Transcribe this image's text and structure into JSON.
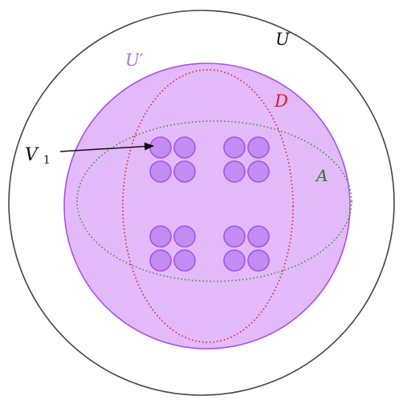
{
  "labels": {
    "outer_set": "U",
    "inner_set": "U′",
    "set_d": "D",
    "set_a": "A",
    "v_main": "V",
    "v_sub": "1"
  },
  "colors": {
    "outer_stroke": "#444444",
    "inner_fill": "#e2baf9",
    "inner_stroke": "#ad4fe8",
    "dot_fill": "#c28cf3",
    "dot_stroke": "#a455e8",
    "label_u": "#111111",
    "label_u_prime": "#b06ee9",
    "label_d": "#e8132f",
    "label_a": "#1e7d21",
    "ellipse_d": "#e8132f",
    "ellipse_a": "#3d8d3e",
    "arrow": "#111111",
    "label_v": "#111111"
  },
  "icons": {
    "arrow": "arrow-right-icon"
  },
  "clusters": {
    "count": 4,
    "dots_per_cluster": 4
  }
}
